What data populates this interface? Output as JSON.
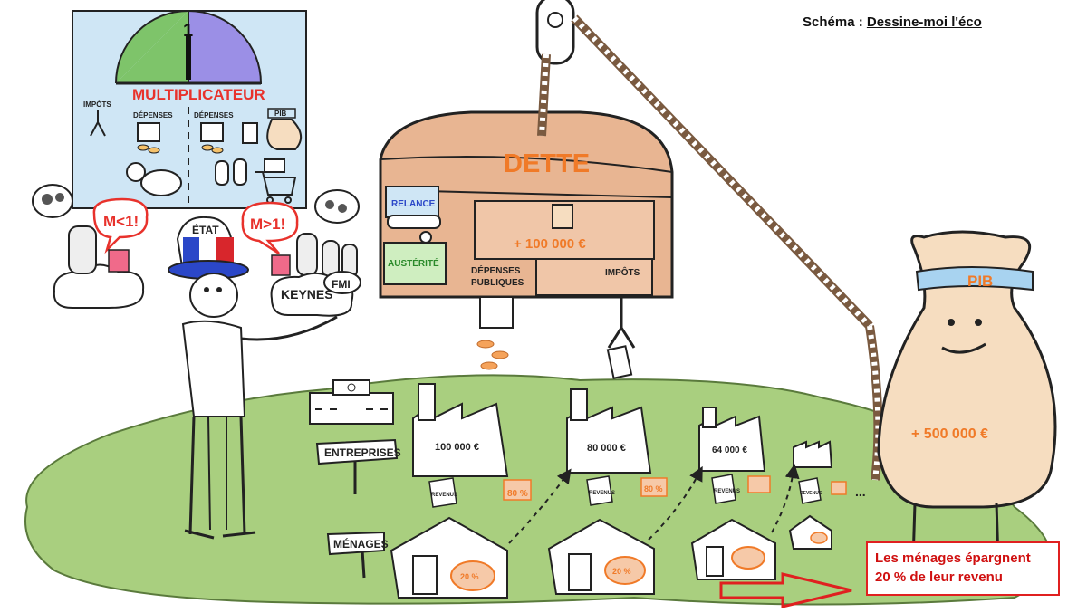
{
  "caption": {
    "prefix": "Schéma : ",
    "link": "Dessine-moi l'éco"
  },
  "gauge": {
    "number": "1",
    "title": "MULTIPLICATEUR",
    "labels": {
      "impots": "IMPÔTS",
      "depenses_left": "DÉPENSES",
      "depenses_right": "DÉPENSES",
      "pib": "PIB"
    }
  },
  "bubbles": {
    "m_less": "M<1!",
    "m_more": "M>1!"
  },
  "characters": {
    "etat": "ÉTAT",
    "keynes": "KEYNES",
    "fmi": "FMI"
  },
  "chest": {
    "title": "DETTE",
    "relance": "RELANCE",
    "austerite": "AUSTÉRITÉ",
    "amount": "+ 100 000 €",
    "depenses_publiques": [
      "DÉPENSES",
      "PUBLIQUES"
    ],
    "impots": "IMPÔTS"
  },
  "pib_bag": {
    "label": "PIB",
    "amount": "+ 500 000 €"
  },
  "signs": {
    "entreprises": "ENTREPRISES",
    "menages": "MÉNAGES"
  },
  "factories": [
    "100 000 €",
    "80 000 €",
    "64 000 €"
  ],
  "revenus_tag": "REVENUS",
  "savings": {
    "percent": "20 %",
    "cart": "80 %"
  },
  "ellipsis": "...",
  "note": {
    "line1": "Les ménages épargnent",
    "line2": "20 % de leur revenu"
  },
  "colors": {
    "ground": "#a9cf7f",
    "chest": "#e8b592",
    "chest_dark": "#c98c6a",
    "accent_orange": "#f07a28",
    "gauge_green": "#7ec46a",
    "gauge_purple": "#9b8fe6",
    "panel": "#cfe6f5",
    "note_red": "#e02020",
    "flag_blue": "#2b47c8",
    "flag_red": "#d8262c"
  }
}
